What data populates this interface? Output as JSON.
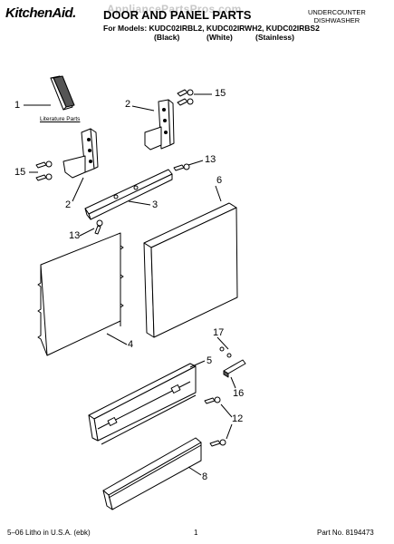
{
  "header": {
    "brand": "KitchenAid.",
    "title": "DOOR AND PANEL PARTS",
    "models_label": "For Models: KUDC02IRBL2, KUDC02IRWH2, KUDC02IRBS2",
    "variants": [
      "(Black)",
      "(White)",
      "(Stainless)"
    ],
    "product_line1": "UNDERCOUNTER",
    "product_line2": "DISHWASHER",
    "watermark": "AppliancePartsPros.com"
  },
  "diagram": {
    "literature_label": "Literature Parts",
    "callouts": [
      "1",
      "2",
      "15",
      "15",
      "2",
      "13",
      "3",
      "6",
      "13",
      "4",
      "17",
      "5",
      "16",
      "12",
      "8"
    ]
  },
  "footer": {
    "left": "5–06 Litho in U.S.A. (ebk)",
    "page": "1",
    "right": "Part No. 8194473"
  },
  "colors": {
    "line": "#000000",
    "background": "#ffffff",
    "watermark": "#bfbfbf"
  }
}
